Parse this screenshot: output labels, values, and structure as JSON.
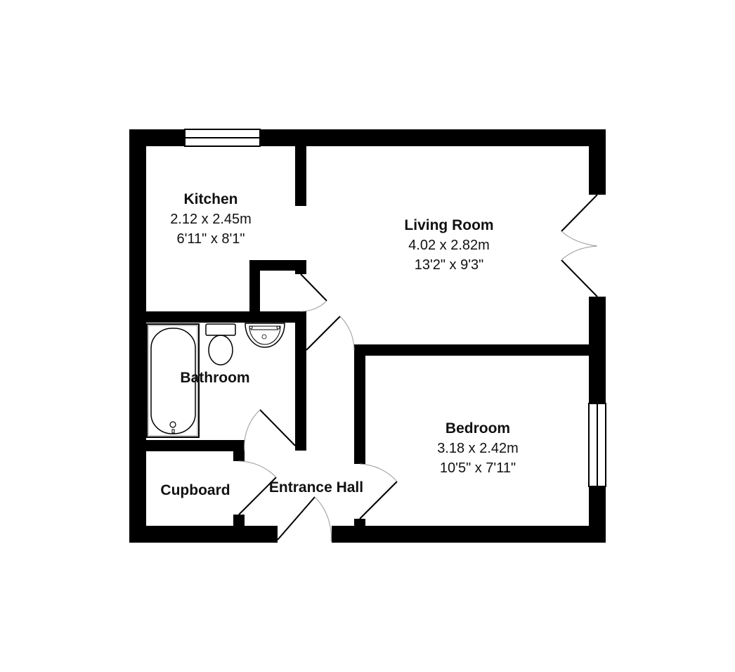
{
  "floor_plan": {
    "wall_color": "#000000",
    "door_swing_color": "#999999",
    "rooms": [
      {
        "id": "kitchen",
        "name": "Kitchen",
        "dim_metric": "2.12 x 2.45m",
        "dim_imperial": "6'11\" x 8'1\""
      },
      {
        "id": "living-room",
        "name": "Living Room",
        "dim_metric": "4.02 x 2.82m",
        "dim_imperial": "13'2\" x 9'3\""
      },
      {
        "id": "bathroom",
        "name": "Bathroom"
      },
      {
        "id": "bedroom",
        "name": "Bedroom",
        "dim_metric": "3.18 x 2.42m",
        "dim_imperial": "10'5\" x 7'11\""
      },
      {
        "id": "cupboard",
        "name": "Cupboard"
      },
      {
        "id": "entrance-hall",
        "name": "Entrance Hall"
      }
    ],
    "fixtures": [
      "bathtub",
      "toilet",
      "washbasin"
    ],
    "windows": [
      "kitchen-top-window",
      "bedroom-right-window"
    ],
    "doors": [
      "kitchen-door",
      "living-room-door",
      "french-doors",
      "bathroom-door",
      "cupboard-door",
      "bedroom-door",
      "front-door"
    ]
  }
}
